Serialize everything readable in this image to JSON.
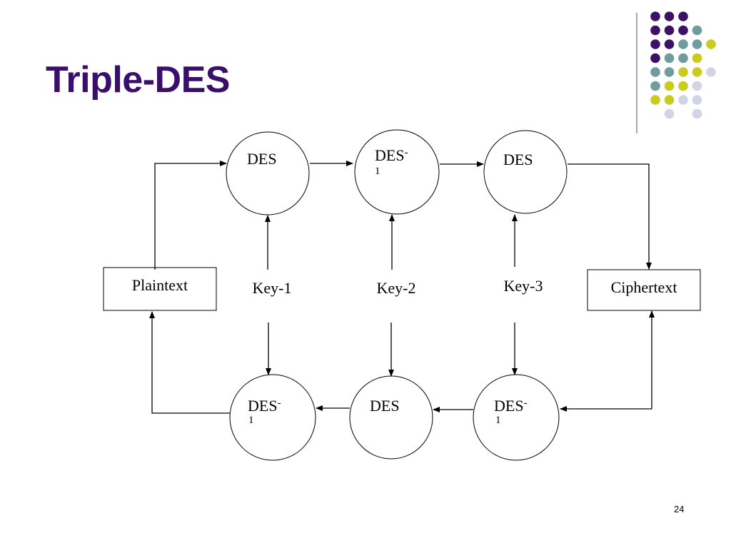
{
  "slide": {
    "title": "Triple-DES",
    "page_number": "24"
  },
  "colors": {
    "title": "#3a0e6b",
    "dot_purple": "#3d1266",
    "dot_teal": "#6f9c9c",
    "dot_yellow": "#c9cb1e",
    "dot_lavender": "#d3d3e6",
    "line": "#000000"
  },
  "diagram": {
    "plaintext": "Plaintext",
    "ciphertext": "Ciphertext",
    "keys": [
      "Key-1",
      "Key-2",
      "Key-3"
    ],
    "encrypt_row": [
      {
        "main": "DES",
        "sup": "",
        "sub": ""
      },
      {
        "main": "DES",
        "sup": "-",
        "sub": "1"
      },
      {
        "main": "DES",
        "sup": "",
        "sub": ""
      }
    ],
    "decrypt_row": [
      {
        "main": "DES",
        "sup": "-",
        "sub": "1"
      },
      {
        "main": "DES",
        "sup": "",
        "sub": ""
      },
      {
        "main": "DES",
        "sup": "-",
        "sub": "1"
      }
    ]
  }
}
